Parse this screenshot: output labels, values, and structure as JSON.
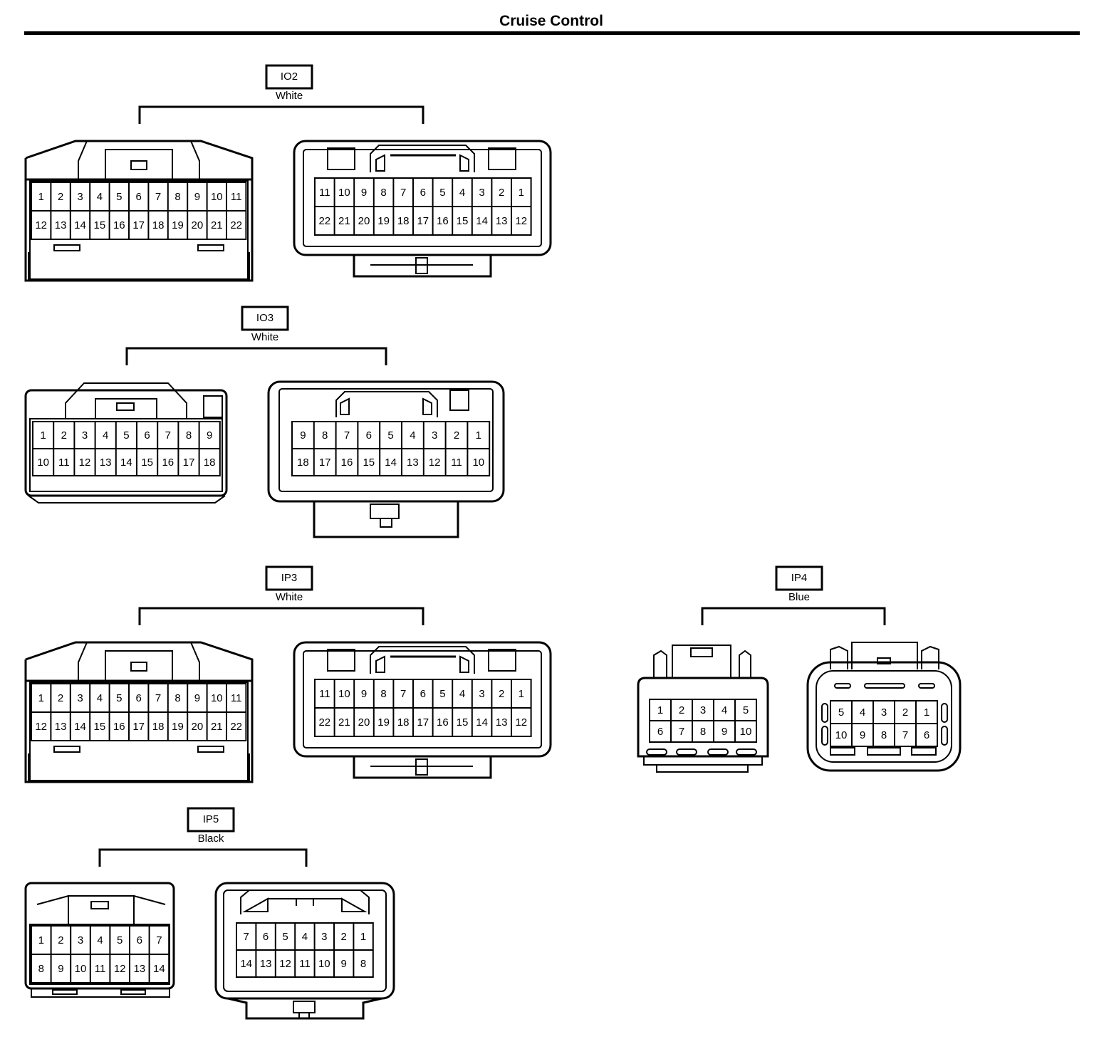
{
  "page": {
    "title": "Cruise Control"
  },
  "connectors": [
    {
      "id": "IO2",
      "color": "White",
      "female": {
        "rows": [
          [
            "1",
            "2",
            "3",
            "4",
            "5",
            "6",
            "7",
            "8",
            "9",
            "10",
            "11"
          ],
          [
            "12",
            "13",
            "14",
            "15",
            "16",
            "17",
            "18",
            "19",
            "20",
            "21",
            "22"
          ]
        ]
      },
      "male": {
        "rows": [
          [
            "11",
            "10",
            "9",
            "8",
            "7",
            "6",
            "5",
            "4",
            "3",
            "2",
            "1"
          ],
          [
            "22",
            "21",
            "20",
            "19",
            "18",
            "17",
            "16",
            "15",
            "14",
            "13",
            "12"
          ]
        ]
      }
    },
    {
      "id": "IO3",
      "color": "White",
      "female": {
        "rows": [
          [
            "1",
            "2",
            "3",
            "4",
            "5",
            "6",
            "7",
            "8",
            "9"
          ],
          [
            "10",
            "11",
            "12",
            "13",
            "14",
            "15",
            "16",
            "17",
            "18"
          ]
        ]
      },
      "male": {
        "rows": [
          [
            "9",
            "8",
            "7",
            "6",
            "5",
            "4",
            "3",
            "2",
            "1"
          ],
          [
            "18",
            "17",
            "16",
            "15",
            "14",
            "13",
            "12",
            "11",
            "10"
          ]
        ]
      }
    },
    {
      "id": "IP3",
      "color": "White",
      "female": {
        "rows": [
          [
            "1",
            "2",
            "3",
            "4",
            "5",
            "6",
            "7",
            "8",
            "9",
            "10",
            "11"
          ],
          [
            "12",
            "13",
            "14",
            "15",
            "16",
            "17",
            "18",
            "19",
            "20",
            "21",
            "22"
          ]
        ]
      },
      "male": {
        "rows": [
          [
            "11",
            "10",
            "9",
            "8",
            "7",
            "6",
            "5",
            "4",
            "3",
            "2",
            "1"
          ],
          [
            "22",
            "21",
            "20",
            "19",
            "18",
            "17",
            "16",
            "15",
            "14",
            "13",
            "12"
          ]
        ]
      }
    },
    {
      "id": "IP4",
      "color": "Blue",
      "female": {
        "rows": [
          [
            "1",
            "2",
            "3",
            "4",
            "5"
          ],
          [
            "6",
            "7",
            "8",
            "9",
            "10"
          ]
        ]
      },
      "male": {
        "rows": [
          [
            "5",
            "4",
            "3",
            "2",
            "1"
          ],
          [
            "10",
            "9",
            "8",
            "7",
            "6"
          ]
        ]
      }
    },
    {
      "id": "IP5",
      "color": "Black",
      "female": {
        "rows": [
          [
            "1",
            "2",
            "3",
            "4",
            "5",
            "6",
            "7"
          ],
          [
            "8",
            "9",
            "10",
            "11",
            "12",
            "13",
            "14"
          ]
        ]
      },
      "male": {
        "rows": [
          [
            "7",
            "6",
            "5",
            "4",
            "3",
            "2",
            "1"
          ],
          [
            "14",
            "13",
            "12",
            "11",
            "10",
            "9",
            "8"
          ]
        ]
      }
    }
  ]
}
